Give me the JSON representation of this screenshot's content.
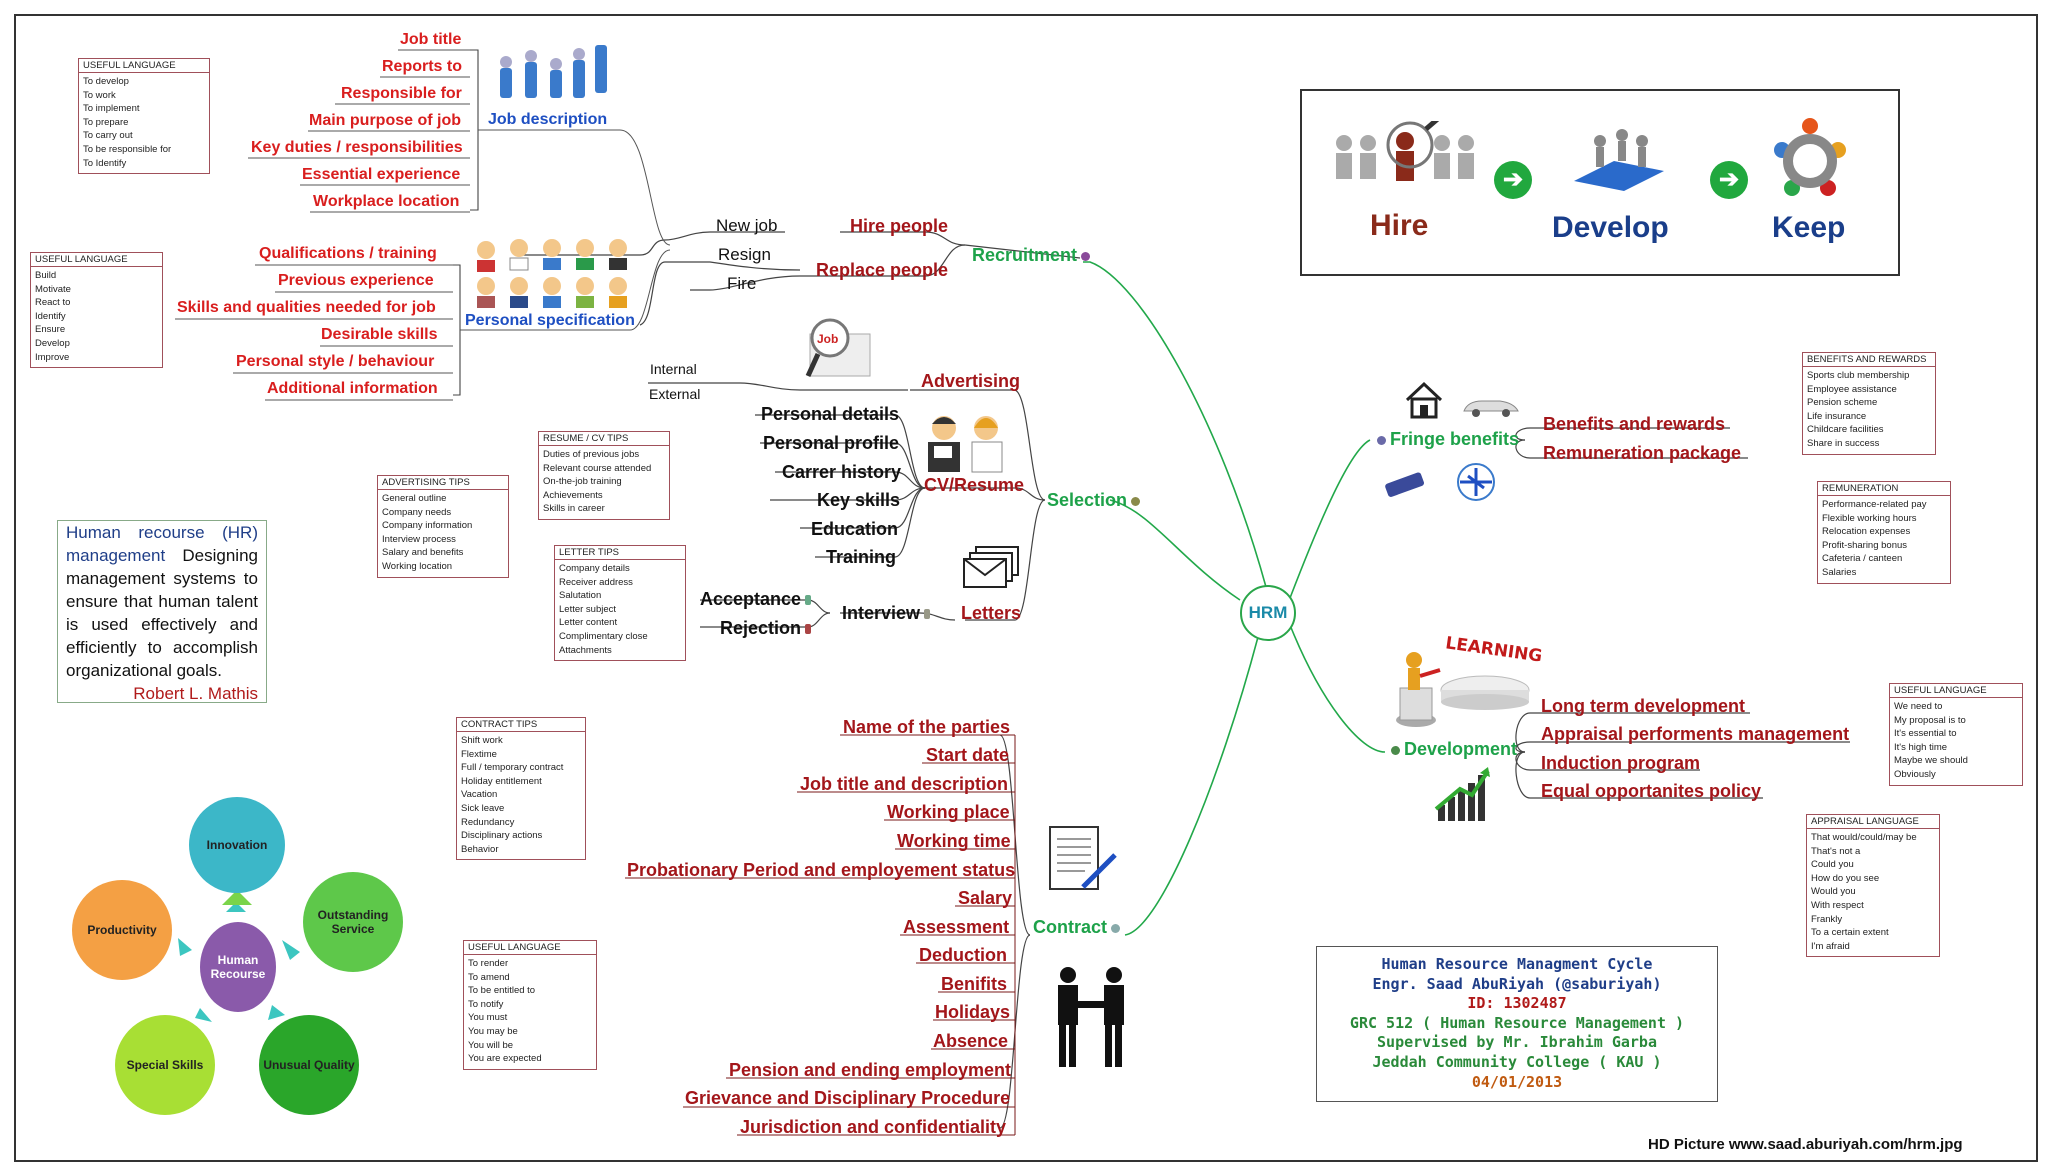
{
  "center": "HRM",
  "recruitment": {
    "label": "Recruitment",
    "job_description": {
      "label": "Job description",
      "items": [
        "Job title",
        "Reports to",
        "Responsible for",
        "Main purpose of job",
        "Key duties / responsibilities",
        "Essential experience",
        "Workplace location"
      ]
    },
    "personal_specification": {
      "label": "Personal specification",
      "items": [
        "Qualifications / training",
        "Previous experience",
        "Skills and qualities needed for job",
        "Desirable skills",
        "Personal style / behaviour",
        "Additional information"
      ]
    },
    "hire_people": "Hire people",
    "replace_people": "Replace people",
    "new_job": "New job",
    "resign": "Resign",
    "fire": "Fire"
  },
  "selection": {
    "label": "Selection",
    "advertising": {
      "label": "Advertising",
      "internal": "Internal",
      "external": "External"
    },
    "cv_resume": {
      "label": "CV/Resume",
      "items": [
        "Personal details",
        "Personal profile",
        "Carrer history",
        "Key skills",
        "Education",
        "Training"
      ]
    },
    "letters": {
      "label": "Letters",
      "interview": "Interview",
      "acceptance": "Acceptance",
      "rejection": "Rejection"
    }
  },
  "contract": {
    "label": "Contract",
    "items": [
      "Name of the parties",
      "Start date",
      "Job title and description",
      "Working place",
      "Working time",
      "Probationary Period and employement status",
      "Salary",
      "Assessment",
      "Deduction",
      "Benifits",
      "Holidays",
      "Absence",
      "Pension and ending employment",
      "Grievance and Disciplinary Procedure",
      "Jurisdiction and confidentiality"
    ]
  },
  "fringe_benefits": {
    "label": "Fringe benefits",
    "items": [
      "Benefits and rewards",
      "Remuneration package"
    ]
  },
  "development": {
    "label": "Development",
    "items": [
      "Long term development",
      "Appraisal performents management",
      "Induction program",
      "Equal opportanites policy"
    ],
    "learning": "LEARNING"
  },
  "boxes": {
    "useful1": {
      "title": "USEFUL LANGUAGE",
      "items": [
        "To develop",
        "To work",
        "To implement",
        "To prepare",
        "To carry out",
        "To be responsible for",
        "To Identify"
      ]
    },
    "useful2": {
      "title": "USEFUL LANGUAGE",
      "items": [
        "Build",
        "Motivate",
        "React to",
        "Identify",
        "Ensure",
        "Develop",
        "Improve"
      ]
    },
    "resume_tips": {
      "title": "RESUME / CV TIPS",
      "items": [
        "Duties of previous jobs",
        "Relevant course attended",
        "On-the-job training",
        "Achievements",
        "Skills in career"
      ]
    },
    "advertising_tips": {
      "title": "ADVERTISING TIPS",
      "items": [
        "General outline",
        "Company needs",
        "Company information",
        "Interview process",
        "Salary and benefits",
        "Working location"
      ]
    },
    "letter_tips": {
      "title": "LETTER TIPS",
      "items": [
        "Company details",
        "Receiver address",
        "Salutation",
        "Letter subject",
        "Letter content",
        "Complimentary close",
        "Attachments"
      ]
    },
    "contract_tips": {
      "title": "CONTRACT TIPS",
      "items": [
        "Shift work",
        "Flextime",
        "Full / temporary contract",
        "Holiday entitlement",
        "Vacation",
        "Sick leave",
        "Redundancy",
        "Disciplinary actions",
        "Behavior"
      ]
    },
    "useful3": {
      "title": "USEFUL LANGUAGE",
      "items": [
        "To render",
        "To amend",
        "To be entitled to",
        "To notify",
        "You must",
        "You may be",
        "You will be",
        "You are expected"
      ]
    },
    "benefits_rewards": {
      "title": "BENEFITS AND REWARDS",
      "items": [
        "Sports club membership",
        "Employee assistance",
        "Pension scheme",
        "Life insurance",
        "Childcare facilities",
        "Share in success"
      ]
    },
    "remuneration": {
      "title": "REMUNERATION",
      "items": [
        "Performance-related pay",
        "Flexible working hours",
        "Relocation expenses",
        "Profit-sharing bonus",
        "Cafeteria / canteen",
        "Salaries"
      ]
    },
    "useful4": {
      "title": "USEFUL LANGUAGE",
      "items": [
        "We need to",
        "My proposal is to",
        "It's essential to",
        "It's high time",
        "Maybe we should",
        "Obviously"
      ]
    },
    "appraisal": {
      "title": "APPRAISAL LANGUAGE",
      "items": [
        "That would/could/may be",
        "That's not a",
        "Could you",
        "How do you see",
        "Would you",
        "With respect",
        "Frankly",
        "To a certain extent",
        "I'm afraid"
      ]
    }
  },
  "quote": {
    "part1": "Human recourse (HR) management",
    "part2": "Designing management systems to ensure that human talent is used effectively and efficiently to accomplish organizational goals.",
    "author": "Robert L. Mathis"
  },
  "cycle": {
    "hire": "Hire",
    "develop": "Develop",
    "keep": "Keep"
  },
  "cycle_diagram": {
    "center": "Human Recourse",
    "nodes": [
      "Innovation",
      "Outstanding Service",
      "Unusual Quality",
      "Special Skills",
      "Productivity"
    ]
  },
  "info": [
    "Human Resource Managment Cycle",
    "Engr. Saad AbuRiyah (@saburiyah)",
    "ID: 1302487",
    "GRC 512 ( Human Resource Management )",
    "Supervised by Mr. Ibrahim Garba",
    "Jeddah Community College ( KAU )",
    "04/01/2013"
  ],
  "footer": "HD Picture www.saad.aburiyah.com/hrm.jpg",
  "colors": {
    "branch": "#22a84a",
    "red": "#d91e1e",
    "darkred": "#a3161a",
    "blue": "#1e4fc2"
  }
}
